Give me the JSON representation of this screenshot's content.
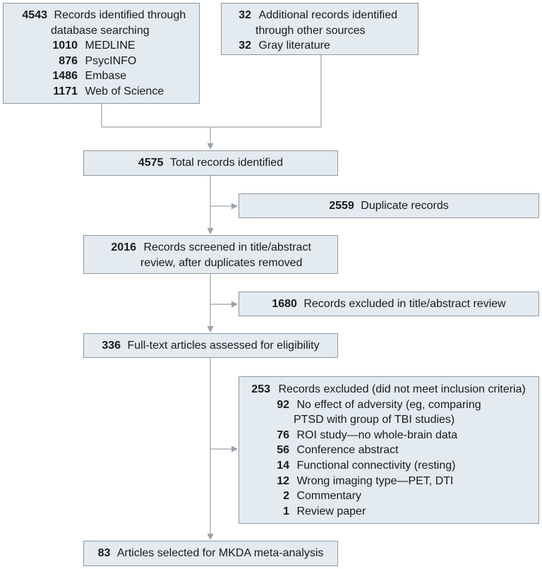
{
  "boxes": {
    "database": {
      "count": "4543",
      "label_line1": "Records identified through",
      "label_line2": "database searching",
      "items": [
        {
          "count": "1010",
          "label": "MEDLINE"
        },
        {
          "count": "876",
          "label": "PsycINFO"
        },
        {
          "count": "1486",
          "label": "Embase"
        },
        {
          "count": "1171",
          "label": "Web of Science"
        }
      ]
    },
    "other_sources": {
      "count": "32",
      "label_line1": "Additional records identified",
      "label_line2": "through other sources",
      "items": [
        {
          "count": "32",
          "label": "Gray literature"
        }
      ]
    },
    "total": {
      "count": "4575",
      "label": "Total records identified"
    },
    "duplicates": {
      "count": "2559",
      "label": "Duplicate records"
    },
    "screened": {
      "count": "2016",
      "label_line1": "Records screened in title/abstract",
      "label_line2": "review, after duplicates removed"
    },
    "excluded_title": {
      "count": "1680",
      "label": "Records excluded in title/abstract review"
    },
    "fulltext": {
      "count": "336",
      "label": "Full-text articles assessed for eligibility"
    },
    "excluded_full": {
      "count": "253",
      "label": "Records excluded (did not meet inclusion criteria)",
      "items": [
        {
          "count": "92",
          "label_line1": "No effect of adversity (eg, comparing",
          "label_line2": "PTSD with group of TBI studies)"
        },
        {
          "count": "76",
          "label_line1": "ROI study—no whole-brain data"
        },
        {
          "count": "56",
          "label_line1": "Conference abstract"
        },
        {
          "count": "14",
          "label_line1": "Functional connectivity (resting)"
        },
        {
          "count": "12",
          "label_line1": "Wrong imaging type—PET, DTI"
        },
        {
          "count": "2",
          "label_line1": "Commentary"
        },
        {
          "count": "1",
          "label_line1": "Review paper"
        }
      ]
    },
    "selected": {
      "count": "83",
      "label": "Articles selected for MKDA meta-analysis"
    }
  },
  "colors": {
    "box_fill": "#e3ebf1",
    "box_border": "#8c979e",
    "connector": "#9aa3a9"
  }
}
